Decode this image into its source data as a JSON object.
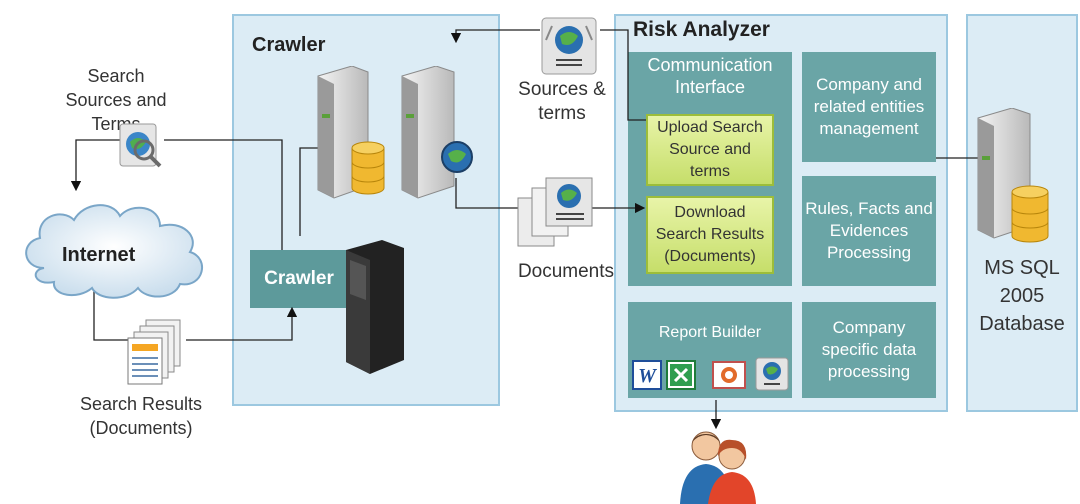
{
  "crawler_panel": {
    "title": "Crawler",
    "crawler_box": "Crawler"
  },
  "risk_analyzer": {
    "title": "Risk Analyzer",
    "communication_interface": "Communication Interface",
    "upload_box": "Upload Search Source and terms",
    "download_box": "Download Search Results (Documents)",
    "company_box": "Company and related entities management",
    "rules_box": "Rules, Facts and Evidences Processing",
    "report_builder": "Report Builder",
    "company_specific_box": "Company specific data processing"
  },
  "database": {
    "label": "MS SQL 2005 Database"
  },
  "left": {
    "search_sources_label": "Search Sources and Terms",
    "internet_label": "Internet",
    "search_results_label": "Search Results (Documents)"
  },
  "middle": {
    "sources_terms_label": "Sources & terms",
    "documents_label": "Documents"
  },
  "colors": {
    "panel": "#dcecf5",
    "teal": "#6aa5a6",
    "green": "#c6de6a",
    "border": "#9cc8e0"
  },
  "icons": [
    "globe-search-icon",
    "cloud-icon",
    "document-stack-icon",
    "server-icon",
    "database-cylinder-icon",
    "pc-tower-icon",
    "globe-document-icon",
    "word-icon",
    "excel-icon",
    "powerpoint-icon",
    "users-icon"
  ]
}
